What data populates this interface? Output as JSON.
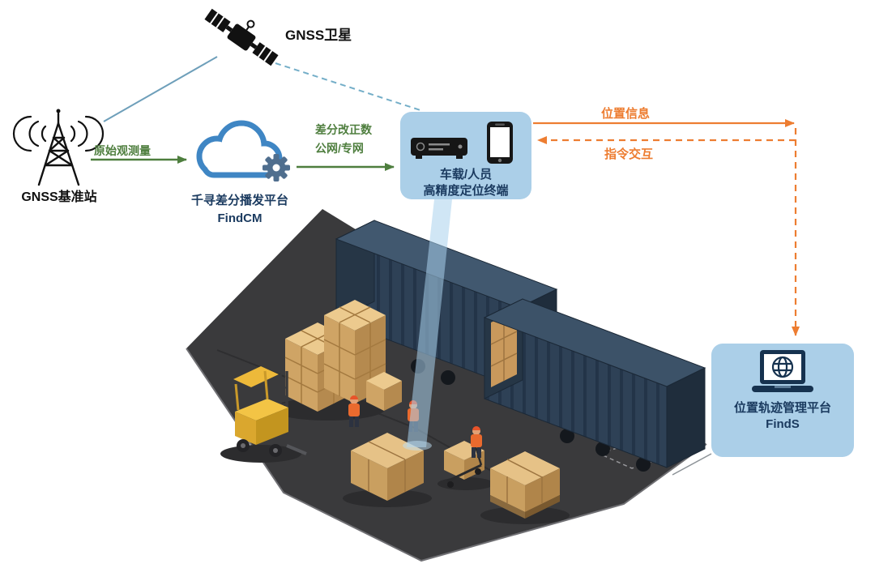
{
  "diagram": {
    "nodes": {
      "satellite": {
        "label": "GNSS卫星",
        "icon": "satellite-icon"
      },
      "base_station": {
        "label": "GNSS基准站",
        "icon": "radio-tower-icon"
      },
      "cloud_platform": {
        "name": "千寻差分播发平台",
        "product": "FindCM",
        "icon": "cloud-gear-icon"
      },
      "terminal": {
        "line1": "车载/人员",
        "line2": "高精度定位终端",
        "icons": [
          "telematics-device-icon",
          "smartphone-icon"
        ]
      },
      "management_platform": {
        "name": "位置轨迹管理平台",
        "product": "FindS",
        "icon": "laptop-globe-icon"
      }
    },
    "links": {
      "raw_observation": {
        "label": "原始观测量",
        "style": "solid-green-arrow"
      },
      "corrections": {
        "line1": "差分改正数",
        "line2": "公网/专网",
        "style": "solid-green-arrow"
      },
      "satellite_to_station": {
        "label": "",
        "style": "solid-blue-line"
      },
      "satellite_to_terminal": {
        "label": "",
        "style": "dashed-blue-line"
      },
      "position_info": {
        "label": "位置信息",
        "style": "solid-orange-arrow"
      },
      "command_interaction": {
        "label": "指令交互",
        "style": "dashed-orange-arrow"
      }
    },
    "scene": {
      "description": "isometric warehouse yard with two navy shipping containers, tan pallet box stacks, yellow forklift, pallet jack and three workers, blue positioning beam from terminal to worker"
    }
  },
  "colors": {
    "arrow_green": "#4e7e3e",
    "arrow_orange": "#ed7d31",
    "satellite_link_blue": "#6e9fba",
    "card_background": "#abcfe8",
    "card_text_navy": "#1a3a5f",
    "cloud_blue": "#3f86c4",
    "gear_slate": "#4f6e8e",
    "ground_gray": "#3a3a3c",
    "container_navy": "#2e4156",
    "box_tan": "#cfa465",
    "forklift_yellow": "#f3c445",
    "worker_vest_orange": "#ea6a2e",
    "beam_blue": "#a9d2ec"
  }
}
